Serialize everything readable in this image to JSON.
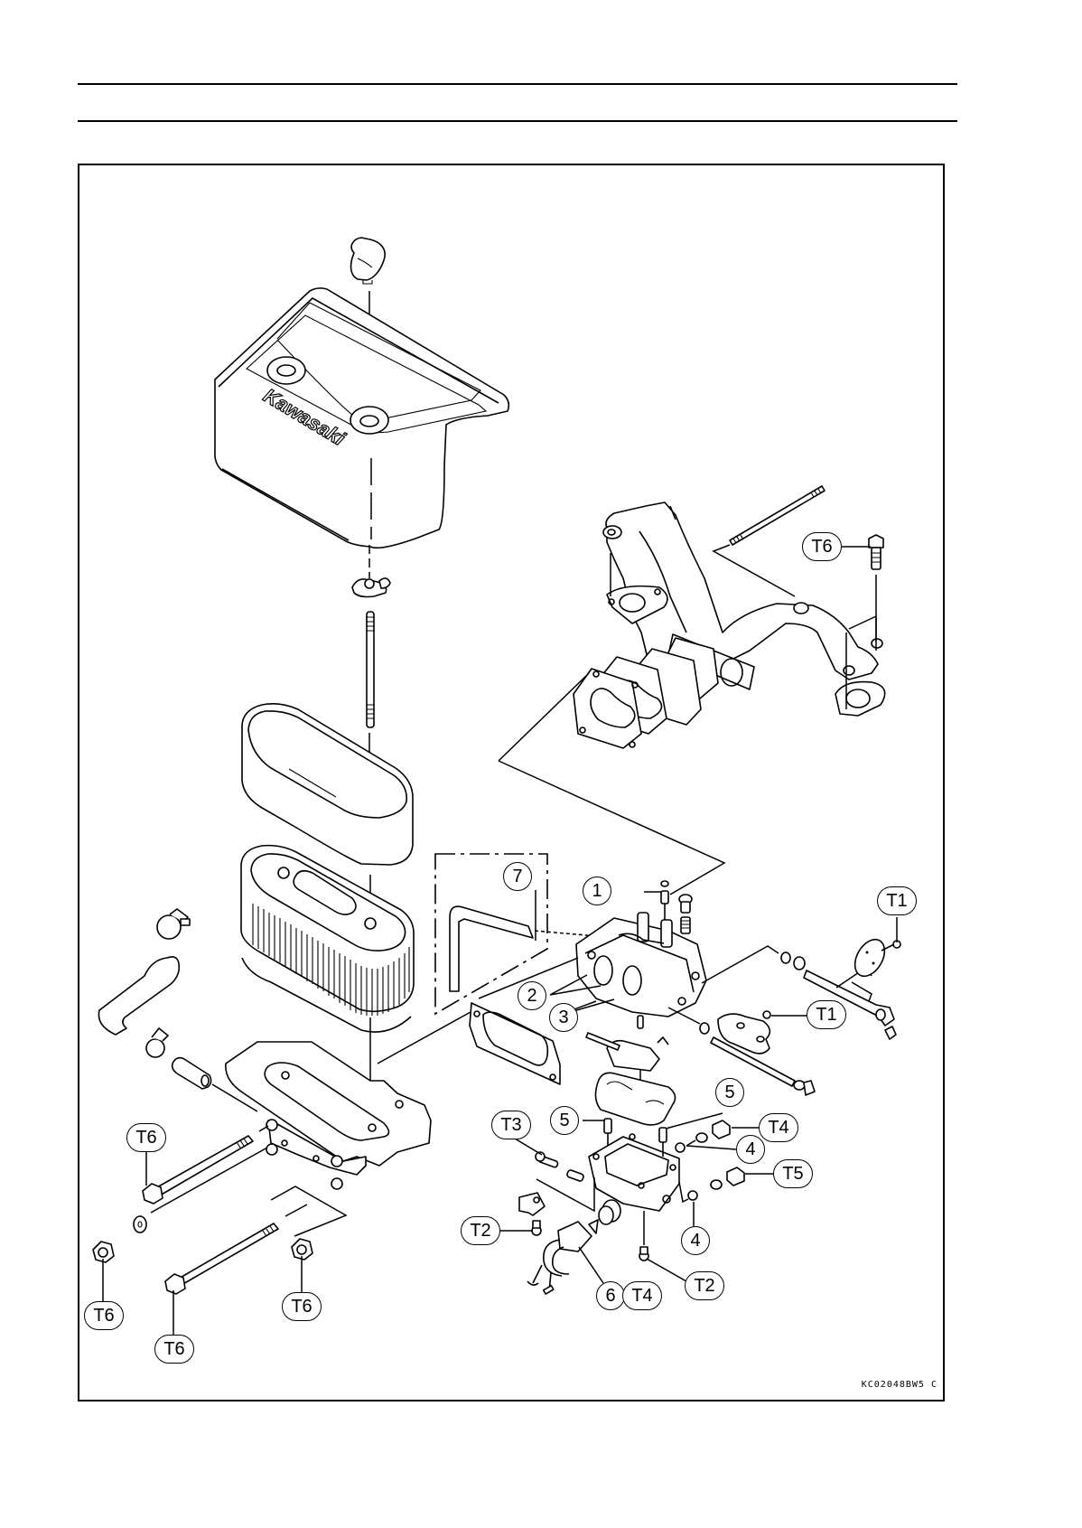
{
  "document": {
    "type": "exploded-parts-diagram",
    "brand_mark": "Kawasaki",
    "figure_code": "KC02048BW5  C"
  },
  "callouts": [
    {
      "id": "c-1",
      "label": "1",
      "part": "pilot jet"
    },
    {
      "id": "c-2",
      "label": "2"
    },
    {
      "id": "c-3",
      "label": "3"
    },
    {
      "id": "c-4a",
      "label": "4"
    },
    {
      "id": "c-4b",
      "label": "4"
    },
    {
      "id": "c-5a",
      "label": "5"
    },
    {
      "id": "c-5b",
      "label": "5"
    },
    {
      "id": "c-6",
      "label": "6"
    },
    {
      "id": "c-7",
      "label": "7"
    },
    {
      "id": "t1a",
      "label": "T1"
    },
    {
      "id": "t1b",
      "label": "T1"
    },
    {
      "id": "t2a",
      "label": "T2"
    },
    {
      "id": "t2b",
      "label": "T2"
    },
    {
      "id": "t3",
      "label": "T3"
    },
    {
      "id": "t4a",
      "label": "T4"
    },
    {
      "id": "t4b",
      "label": "T4"
    },
    {
      "id": "t5",
      "label": "T5"
    },
    {
      "id": "t6-manifold",
      "label": "T6"
    },
    {
      "id": "t6-bolt-upper",
      "label": "T6"
    },
    {
      "id": "t6-nut-left",
      "label": "T6"
    },
    {
      "id": "t6-bolt-lower",
      "label": "T6"
    },
    {
      "id": "t6-nut-right",
      "label": "T6"
    }
  ],
  "parts": [
    "air-cleaner-cover",
    "cover-knob",
    "wing-nut",
    "stud-bolt",
    "foam-precleaner",
    "paper-filter-element",
    "breather-hose",
    "hose-clamp",
    "air-cleaner-base",
    "intake-manifold",
    "manifold-gaskets",
    "carburetor-body",
    "float-bowl",
    "fuel-shutoff-solenoid",
    "throttle-shaft",
    "choke-shaft"
  ]
}
